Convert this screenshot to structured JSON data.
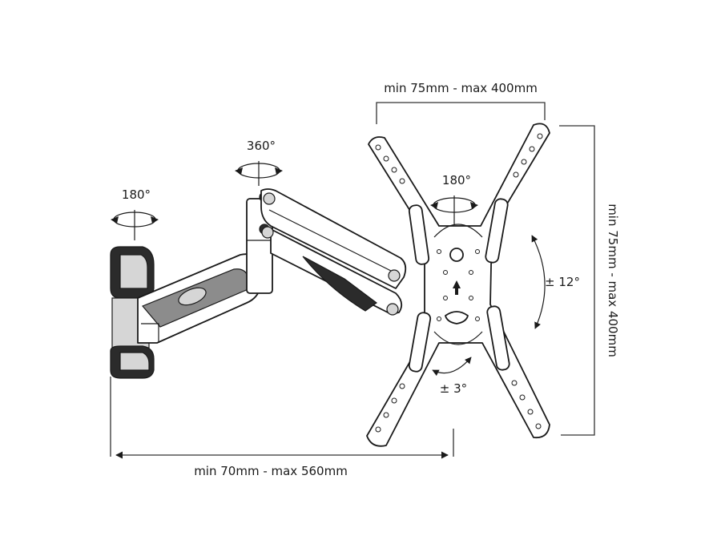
{
  "dimensions": {
    "vesa_width": "min 75mm - max 400mm",
    "vesa_height": "min 75mm - max 400mm",
    "wall_distance": "min 70mm - max 560mm"
  },
  "rotations": {
    "wall_swivel": "180°",
    "arm_swivel": "360°",
    "plate_swivel": "180°",
    "tilt": "± 12°",
    "rotation": "± 3°"
  }
}
